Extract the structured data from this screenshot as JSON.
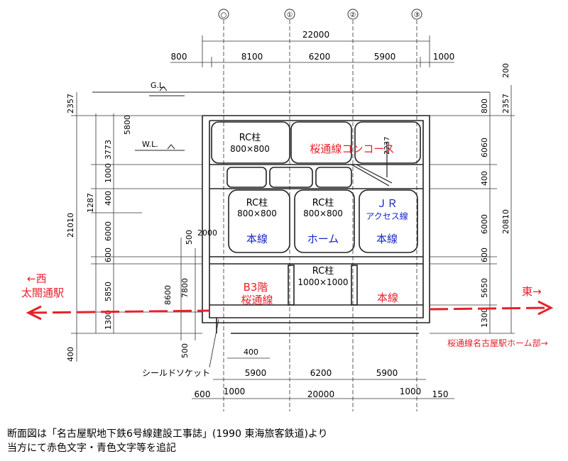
{
  "caption": {
    "line1": "断面図は「名古屋駅地下鉄6号線建設工事誌」(1990 東海旅客鉄道)より",
    "line2": "当方にて赤色文字・青色文字等を追記"
  },
  "axis_markers": [
    "○",
    "①",
    "②",
    "③"
  ],
  "top_dims": {
    "total": "22000",
    "segments": [
      "800",
      "8100",
      "6200",
      "5900",
      "1000"
    ]
  },
  "bottom_dims": {
    "spans": [
      "5900",
      "6200",
      "5900"
    ],
    "total": "20000",
    "left_outer": "600",
    "left_inner": "1000",
    "right_inner": "1000",
    "right_outer": "150",
    "slab_400": "400"
  },
  "left_dims": {
    "outer": [
      "2357",
      "21010",
      "400"
    ],
    "inner": [
      "5800",
      "3773",
      "1000",
      "1287",
      "400",
      "6000",
      "600",
      "5850",
      "1300"
    ],
    "wall": [
      "2000",
      "500",
      "8600",
      "7800",
      "500"
    ]
  },
  "right_dims": {
    "outer": [
      "200",
      "2357",
      "20810"
    ],
    "inner": [
      "800",
      "6060",
      "400",
      "6000",
      "600",
      "5650",
      "1300"
    ]
  },
  "labels": {
    "gl": "G.L.",
    "wl": "W.L.",
    "rc_col_top": "RC柱",
    "rc_col_top_size": "800×800",
    "rc_col_mid1": "RC柱",
    "rc_col_mid1_size": "800×800",
    "rc_col_mid2": "RC柱",
    "rc_col_mid2_size": "800×800",
    "rc_col_low": "RC柱",
    "rc_col_low_size": "1000×1000",
    "stair_dim": "2237",
    "shield": "シールドソケット"
  },
  "annot_red": {
    "concourse": "桜通線コンコース",
    "b3_1": "B3階",
    "b3_2": "桜通線",
    "honsen_right": "本線",
    "west_1": "←西",
    "west_2": "太閤通駅",
    "east": "東→",
    "platform_east": "桜通線名古屋駅ホーム部→"
  },
  "annot_blue": {
    "honsen_left": "本線",
    "home": "ホーム",
    "jr_1": "ＪＲ",
    "jr_2": "アクセス線",
    "jr_3": "本線"
  },
  "colors": {
    "annotation_red": "#e8202a",
    "annotation_blue": "#1726c8",
    "linework": "#222222"
  }
}
